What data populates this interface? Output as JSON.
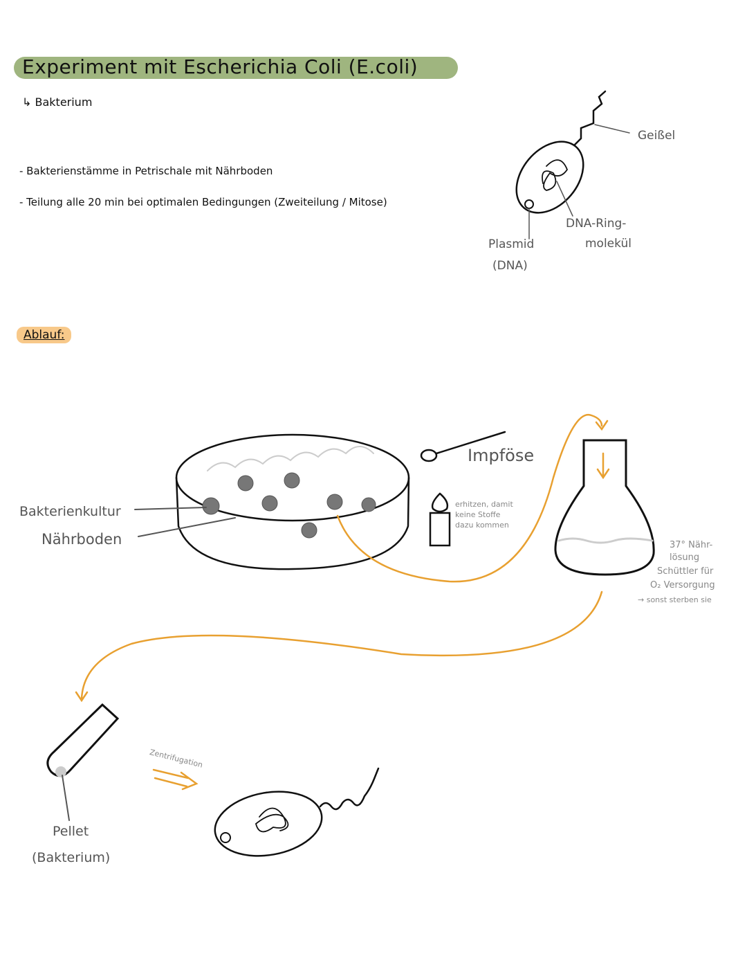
{
  "header": {
    "title": "Experiment mit Escherichia Coli (E.coli)",
    "subtitle": "↳ Bakterium"
  },
  "notes": [
    "- Bakterienstämme in Petrischale mit Nährboden",
    "- Teilung alle 20 min bei optimalen Bedingungen (Zweiteilung / Mitose)"
  ],
  "bacterium_labels": {
    "flagellum": "Geißel",
    "plasmid": "Plasmid",
    "plasmid_sub": "(DNA)",
    "dna_ring_1": "DNA-Ring-",
    "dna_ring_2": "molekül"
  },
  "section": {
    "ablauf": "Ablauf:"
  },
  "petri": {
    "culture": "Bakterienkultur",
    "medium": "Nährboden"
  },
  "loop": {
    "label": "Impföse"
  },
  "candle": {
    "note_1": "erhitzen, damit",
    "note_2": "keine Stoffe",
    "note_3": "dazu kommen"
  },
  "flask": {
    "note_1": "37° Nähr-",
    "note_2": "lösung",
    "note_3": "Schüttler für",
    "note_4": "O₂ Versorgung",
    "note_5": "→ sonst sterben sie"
  },
  "tube": {
    "label_1": "Pellet",
    "label_2": "(Bakterium)",
    "process": "Zentrifugation"
  },
  "colors": {
    "accent": "#e8a030",
    "title_bg": "#9fb57f",
    "ablauf_bg": "#f8c98a"
  }
}
